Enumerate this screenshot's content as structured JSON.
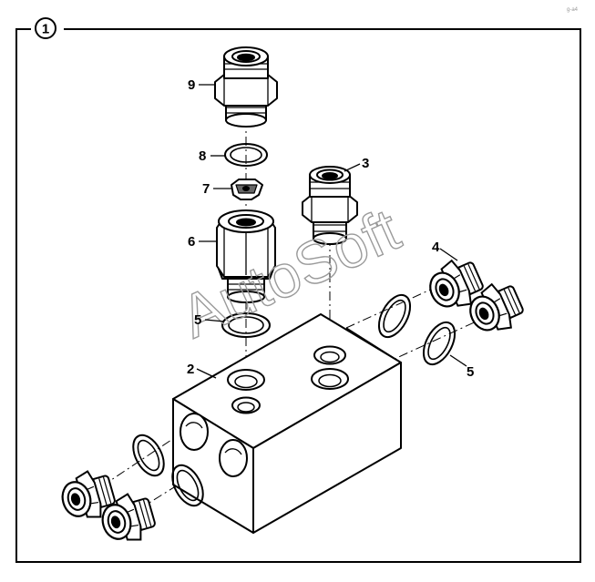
{
  "figure": {
    "badge": "1",
    "corner_mark": "g-a4",
    "watermark": "AutoSoft"
  },
  "callouts": [
    {
      "id": "p9",
      "text": "9"
    },
    {
      "id": "p8",
      "text": "8"
    },
    {
      "id": "p7",
      "text": "7"
    },
    {
      "id": "p6",
      "text": "6"
    },
    {
      "id": "p5a",
      "text": "5"
    },
    {
      "id": "p2",
      "text": "2"
    },
    {
      "id": "p3",
      "text": "3"
    },
    {
      "id": "p4",
      "text": "4"
    },
    {
      "id": "p5b",
      "text": "5"
    }
  ]
}
